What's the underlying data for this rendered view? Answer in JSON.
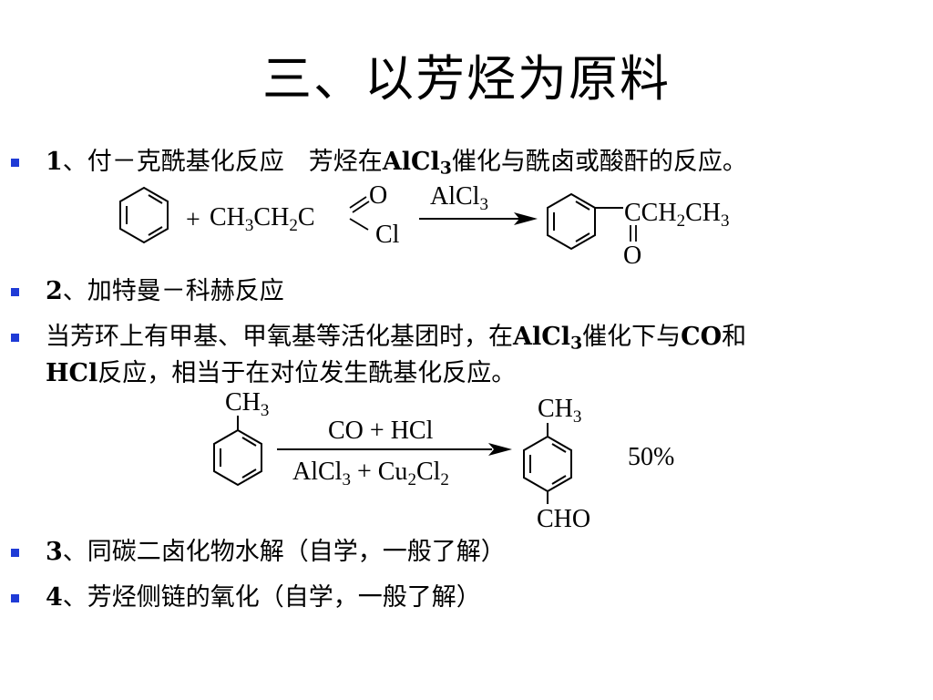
{
  "title": "三、以芳烃为原料",
  "accent_color": "#1f3bd6",
  "bullets": [
    {
      "num": "1",
      "text_a": "、付－克酰基化反应　芳烃在",
      "bold": "AlCl",
      "bold_sub": "3",
      "text_b": "催化与酰卤或酸酐的反应。"
    },
    {
      "num": "2",
      "text_a": "、加特曼－科赫反应"
    },
    {
      "text_a": "当芳环上有甲基、甲氧基等活化基团时，在",
      "bold": "AlCl",
      "bold_sub": "3",
      "text_b": "催化下与",
      "bold2": "CO",
      "text_c": "和",
      "line2_bold": "HCl",
      "line2_text": "反应，相当于在对位发生酰基化反应。"
    },
    {
      "num": "3",
      "text_a": "、同碳二卤化物水解（自学，一般了解）"
    },
    {
      "num": "4",
      "text_a": "、芳烃侧链的氧化（自学，一般了解）"
    }
  ],
  "reaction1": {
    "plus": "+",
    "reagent_a": "CH",
    "reagent_a_sub": "3",
    "reagent_b": "CH",
    "reagent_b_sub": "2",
    "reagent_c": "C",
    "reagent_o": "O",
    "reagent_cl": "Cl",
    "catalyst": "AlCl",
    "catalyst_sub": "3",
    "product_a": "CCH",
    "product_a_sub": "2",
    "product_b": "CH",
    "product_b_sub": "3",
    "product_o": "O"
  },
  "reaction2": {
    "reactant_group": "CH",
    "reactant_group_sub": "3",
    "above_arrow": "CO + HCl",
    "below_a": "AlCl",
    "below_a_sub": "3",
    "below_b": " + Cu",
    "below_b_sub": "2",
    "below_c": "Cl",
    "below_c_sub": "2",
    "product_top": "CH",
    "product_top_sub": "3",
    "product_bottom": "CHO",
    "yield": "50%"
  }
}
